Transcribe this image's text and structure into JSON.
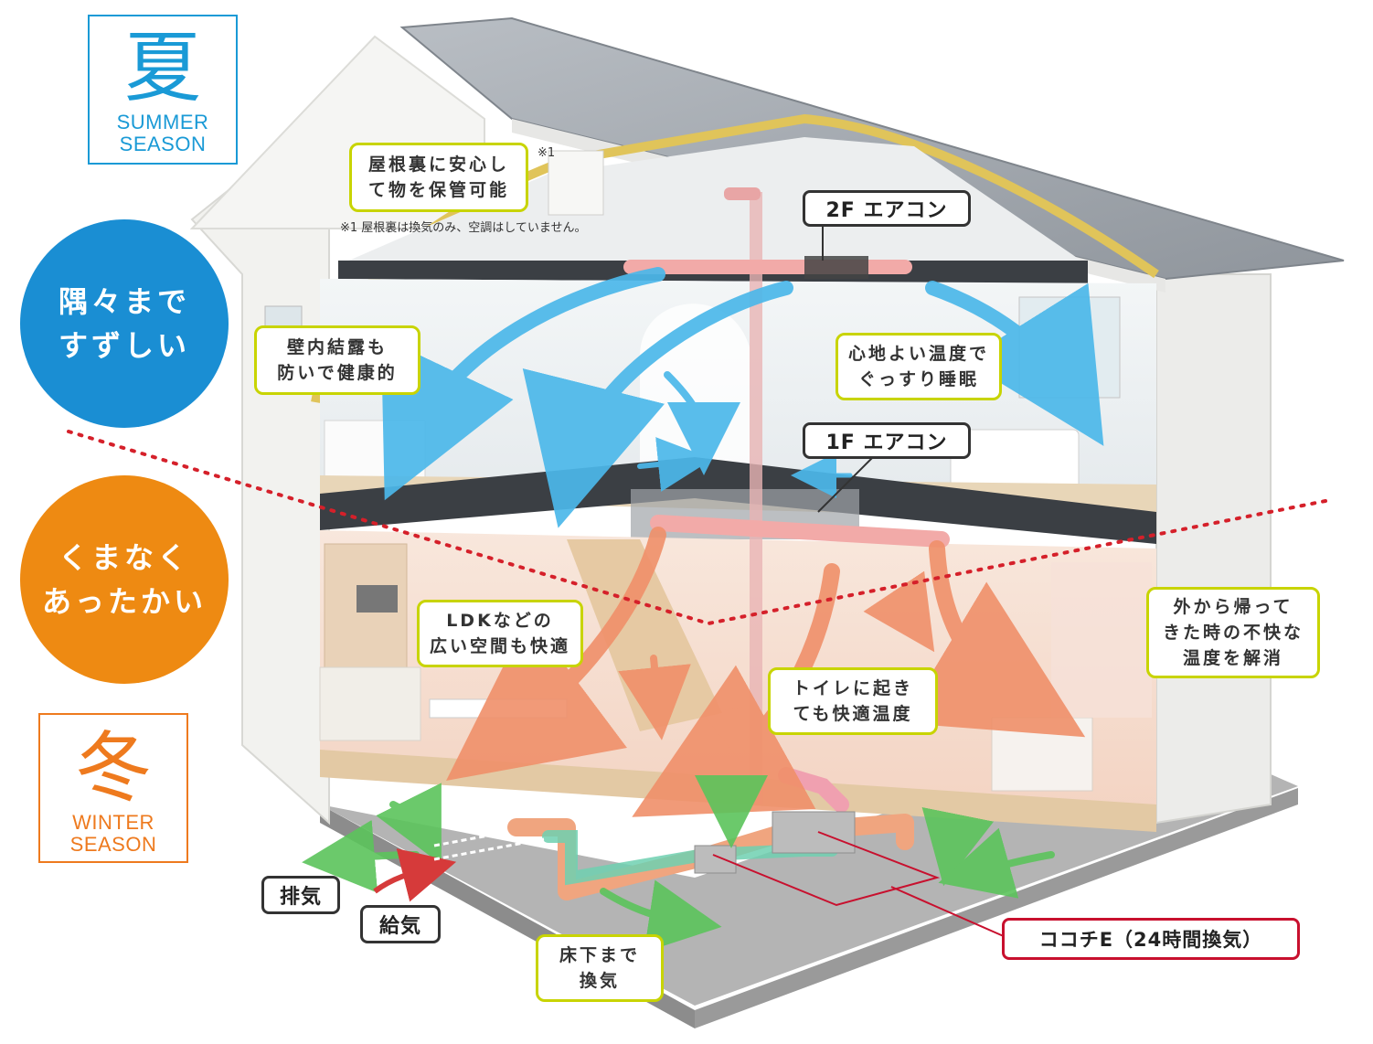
{
  "seasons": {
    "summer": {
      "kanji": "夏",
      "line1": "SUMMER",
      "line2": "SEASON",
      "color": "#1a9ad6"
    },
    "winter": {
      "kanji": "冬",
      "line1": "WINTER",
      "line2": "SEASON",
      "color": "#ee7a1e"
    }
  },
  "claims": {
    "cool": {
      "line1": "隅々まで",
      "line2": "すずしい",
      "color": "#1a8ed3"
    },
    "warm": {
      "line1": "くまなく",
      "line2": "あったかい",
      "color": "#ee8a12"
    }
  },
  "callouts": {
    "attic": {
      "line1": "屋根裏に安心し",
      "line2": "て物を保管可能"
    },
    "attic_marker": "※1",
    "attic_footnote": "※1 屋根裏は換気のみ、空調はしていません。",
    "wall": {
      "line1": "壁内結露も",
      "line2": "防いで健康的"
    },
    "sleep": {
      "line1": "心地よい温度で",
      "line2": "ぐっすり睡眠"
    },
    "ldk": {
      "line1": "LDKなどの",
      "line2": "広い空間も快適"
    },
    "toilet": {
      "line1": "トイレに起き",
      "line2": "ても快適温度"
    },
    "outside": {
      "line1": "外から帰って",
      "line2": "きた時の不快な",
      "line3": "温度を解消"
    },
    "underfloor": {
      "line1": "床下まで",
      "line2": "換気"
    }
  },
  "labels": {
    "ac_2f": "2F エアコン",
    "ac_1f": "1F エアコン",
    "exhaust": "排気",
    "supply": "給気",
    "system": "ココチE（24時間換気）"
  },
  "colors": {
    "callout_border": "#c8d400",
    "system_border": "#c8102e",
    "cool_air": "#4cb8ea",
    "warm_air": "#f0906a",
    "ventilation": "#5cc45c"
  }
}
